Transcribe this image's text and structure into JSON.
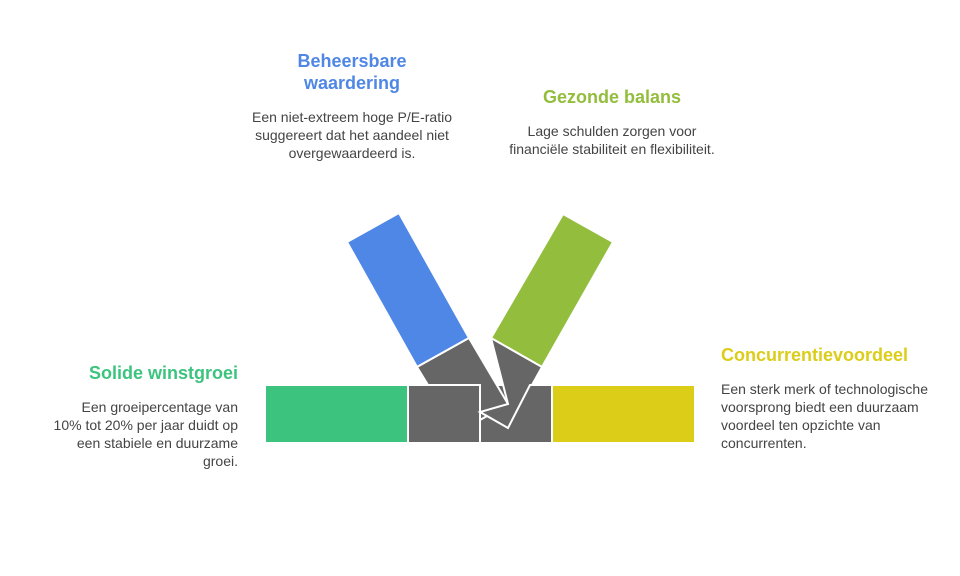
{
  "colors": {
    "green": "#3cc47f",
    "blue": "#4f87e6",
    "lime": "#93bd3c",
    "yellow": "#dccd19",
    "gray": "#666666"
  },
  "items": {
    "left": {
      "title": "Solide winstgroei",
      "desc": "Een groeipercentage van 10% tot 20% per jaar duidt op een stabiele en duurzame groei."
    },
    "topleft": {
      "title": "Beheersbare waardering",
      "desc": "Een niet-extreem hoge P/E-ratio suggereert dat het aandeel niet overgewaardeerd is."
    },
    "topright": {
      "title": "Gezonde balans",
      "desc": "Lage schulden zorgen voor financiële stabiliteit en flexibiliteit."
    },
    "right": {
      "title": "Concurrentievoordeel",
      "desc": "Een sterk merk of technologische voorsprong biedt een duurzaam voordeel ten opzichte van concurrenten."
    }
  }
}
